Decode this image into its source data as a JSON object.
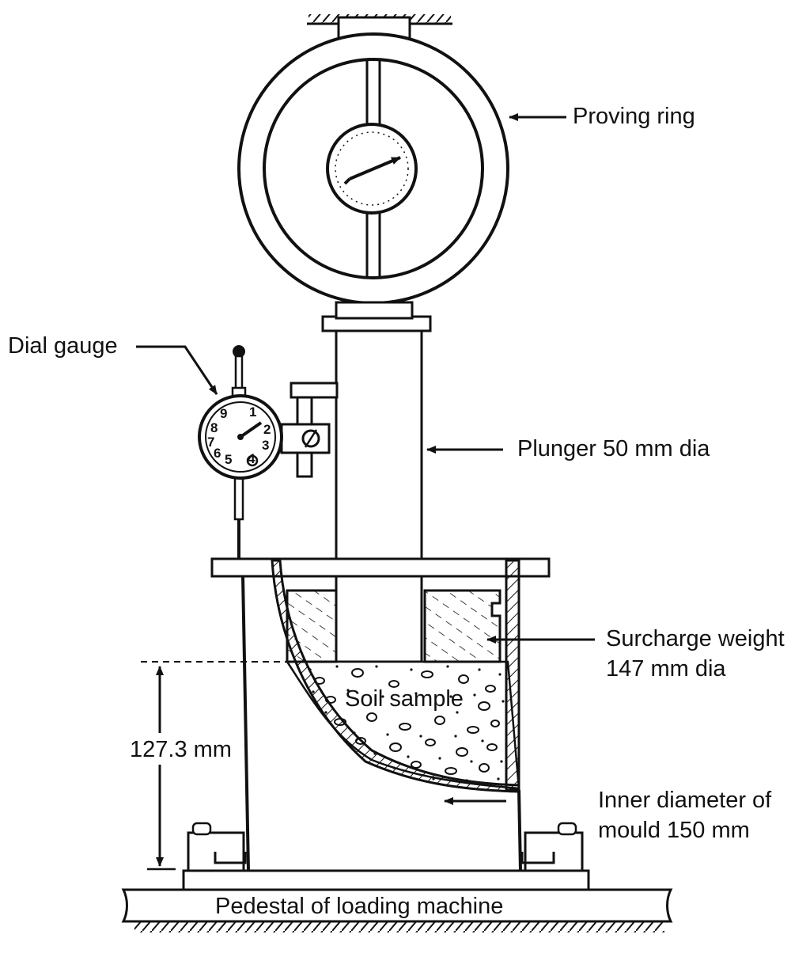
{
  "labels": {
    "proving_ring": "Proving ring",
    "dial_gauge": "Dial gauge",
    "plunger": "Plunger 50 mm dia",
    "surcharge_line1": "Surcharge weight",
    "surcharge_line2": "147 mm dia",
    "soil_sample": "Soil sample",
    "height": "127.3 mm",
    "mould_line1": "Inner diameter of",
    "mould_line2": "mould 150 mm",
    "pedestal": "Pedestal of loading machine"
  },
  "dial_numbers": [
    "1",
    "2",
    "3",
    "4",
    "5",
    "6",
    "7",
    "8",
    "9"
  ],
  "colors": {
    "ink": "#111111",
    "paper": "#ffffff"
  }
}
